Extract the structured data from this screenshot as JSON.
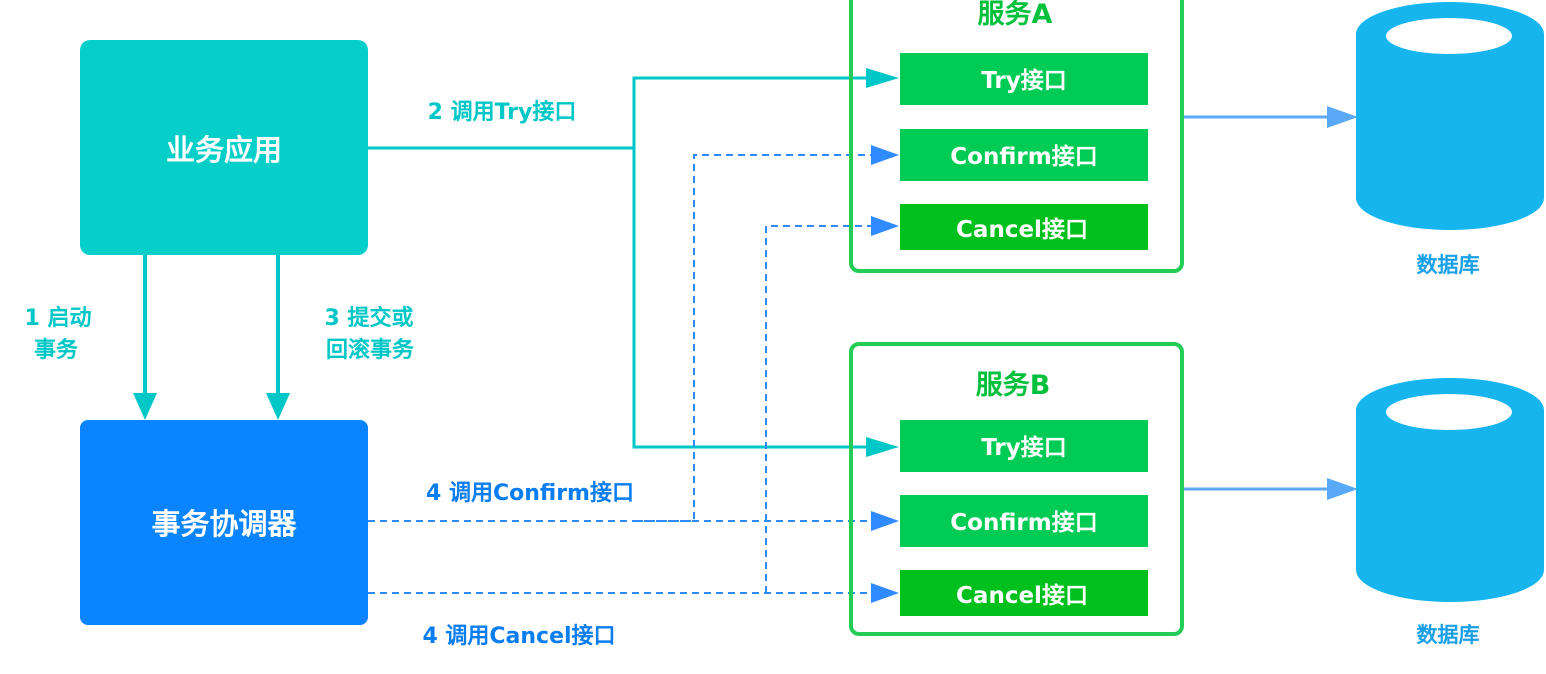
{
  "business_app": {
    "label": "业务应用"
  },
  "coordinator": {
    "label": "事务协调器"
  },
  "edges": {
    "start_line1": "1 启动",
    "start_line2": "事务",
    "commit_line1": "3 提交或",
    "commit_line2": "回滚事务",
    "call_try": "2 调用Try接口",
    "call_confirm": "4 调用Confirm接口",
    "call_cancel": "4 调用Cancel接口"
  },
  "service_a": {
    "title": "服务A",
    "interfaces": [
      "Try接口",
      "Confirm接口",
      "Cancel接口"
    ],
    "database": "数据库"
  },
  "service_b": {
    "title": "服务B",
    "interfaces": [
      "Try接口",
      "Confirm接口",
      "Cancel接口"
    ],
    "database": "数据库"
  },
  "colors": {
    "teal": "#00c7c7",
    "blue": "#0a84ff",
    "green": "#00cc44",
    "dashed_blue": "#2f8bff",
    "db_blue": "#17b5ee"
  }
}
